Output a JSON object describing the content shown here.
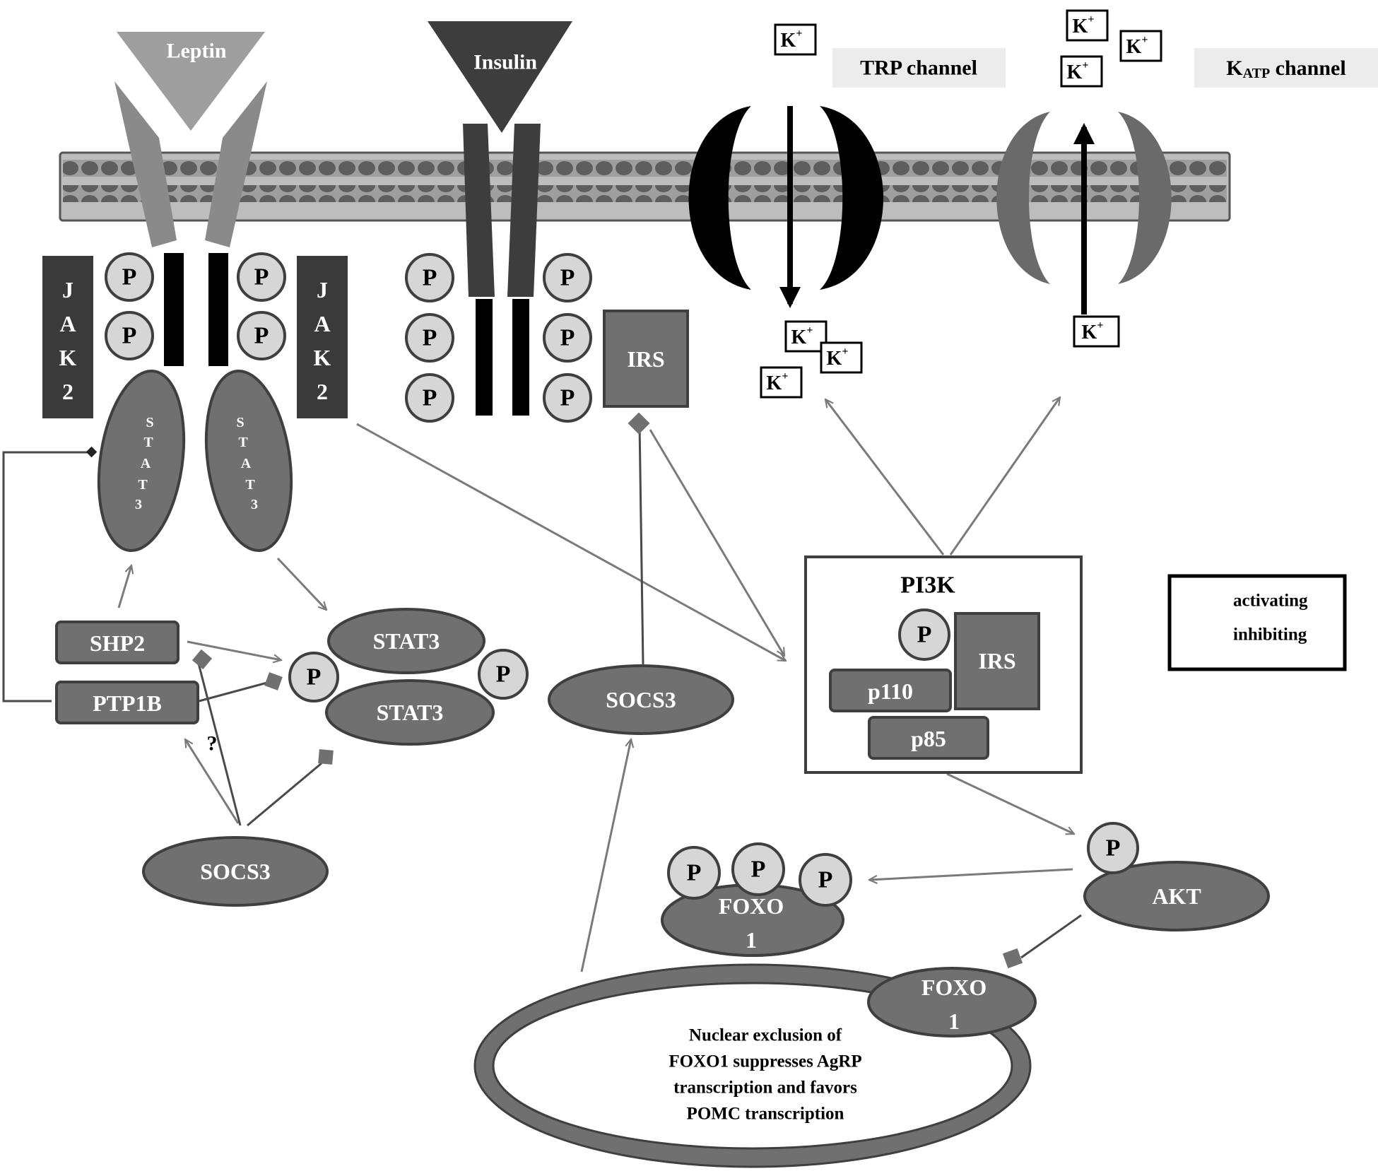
{
  "ligands": {
    "leptin": "Leptin",
    "insulin": "Insulin"
  },
  "channels": {
    "trp": "TRP channel",
    "katp_main": "K",
    "katp_sub": "ATP",
    "katp_rest": " channel"
  },
  "ion": {
    "base": "K",
    "sup": "+"
  },
  "jak2_letters": [
    "J",
    "A",
    "K",
    "2"
  ],
  "stat3_vertical": [
    "S",
    "T",
    "A",
    "T",
    "3"
  ],
  "phospho": "P",
  "nodes": {
    "irs": "IRS",
    "shp2": "SHP2",
    "ptp1b": "PTP1B",
    "stat3": "STAT3",
    "socs3": "SOCS3",
    "pi3k": "PI3K",
    "p110": "p110",
    "p85": "p85",
    "akt": "AKT",
    "foxo1_line1": "FOXO",
    "foxo1_line2": "1"
  },
  "question_mark": "?",
  "nucleus_text": [
    "Nuclear exclusion of",
    "FOXO1 suppresses AgRP",
    "transcription and favors",
    "POMC transcription"
  ],
  "legend": {
    "activating": "activating",
    "inhibiting": "inhibiting"
  },
  "colors": {
    "node": "#707070",
    "node_border": "#3f3f3f",
    "phospho": "#d6d6d6",
    "jak2": "#3a3a3a",
    "leptin_receptor": "#9a9a9a",
    "insulin_receptor": "#3d3d3d",
    "membrane": "#a8a8a8",
    "trp_channel": "#000000",
    "katp_channel": "#6a6a6a",
    "arrow_activating": "#7a7a7a",
    "arrow_inhibiting": "#4a4a4a"
  }
}
